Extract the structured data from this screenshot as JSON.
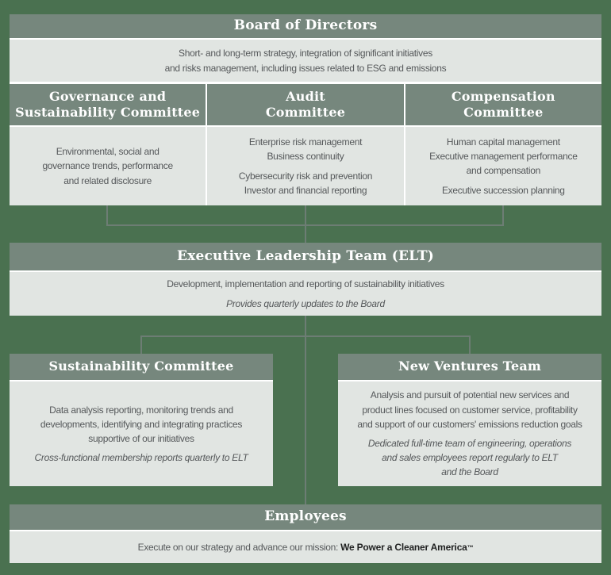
{
  "colors": {
    "bg": "#4a7150",
    "header": "#76877d",
    "panel": "#e1e5e2",
    "divider": "#ffffff",
    "line": "#6d7d74",
    "header_text": "#ffffff",
    "body_text": "#55585a",
    "bold_text": "#1f2020"
  },
  "board": {
    "title": "Board of Directors",
    "body": "Short- and long-term strategy, integration of significant initiatives\nand risks management, including issues related to ESG and emissions"
  },
  "committees": [
    {
      "title": "Governance and\nSustainability Committee",
      "body1": "Environmental, social and\ngovernance trends, performance\nand related disclosure",
      "body2": ""
    },
    {
      "title": "Audit\nCommittee",
      "body1": "Enterprise risk management\nBusiness continuity",
      "body2": "Cybersecurity risk and prevention\nInvestor and financial reporting"
    },
    {
      "title": "Compensation\nCommittee",
      "body1": "Human capital management\nExecutive management performance\nand compensation",
      "body2": "Executive succession planning"
    }
  ],
  "elt": {
    "title": "Executive Leadership Team (ELT)",
    "body": "Development, implementation and reporting of sustainability initiatives",
    "note": "Provides quarterly updates to the Board"
  },
  "sustainability": {
    "title": "Sustainability Committee",
    "body": "Data analysis reporting, monitoring trends and\ndevelopments, identifying and integrating practices\nsupportive of our initiatives",
    "note": "Cross-functional membership reports quarterly to ELT"
  },
  "new_ventures": {
    "title": "New Ventures Team",
    "body": "Analysis and pursuit of potential new services and\nproduct lines focused on customer service, profitability\nand support of our customers' emissions reduction goals",
    "note": "Dedicated full-time team of engineering, operations\nand sales employees report regularly to ELT\nand the Board"
  },
  "employees": {
    "title": "Employees",
    "body_prefix": "Execute on our strategy and advance our mission: ",
    "mission": "We Power a Cleaner America",
    "trademark": "™"
  }
}
